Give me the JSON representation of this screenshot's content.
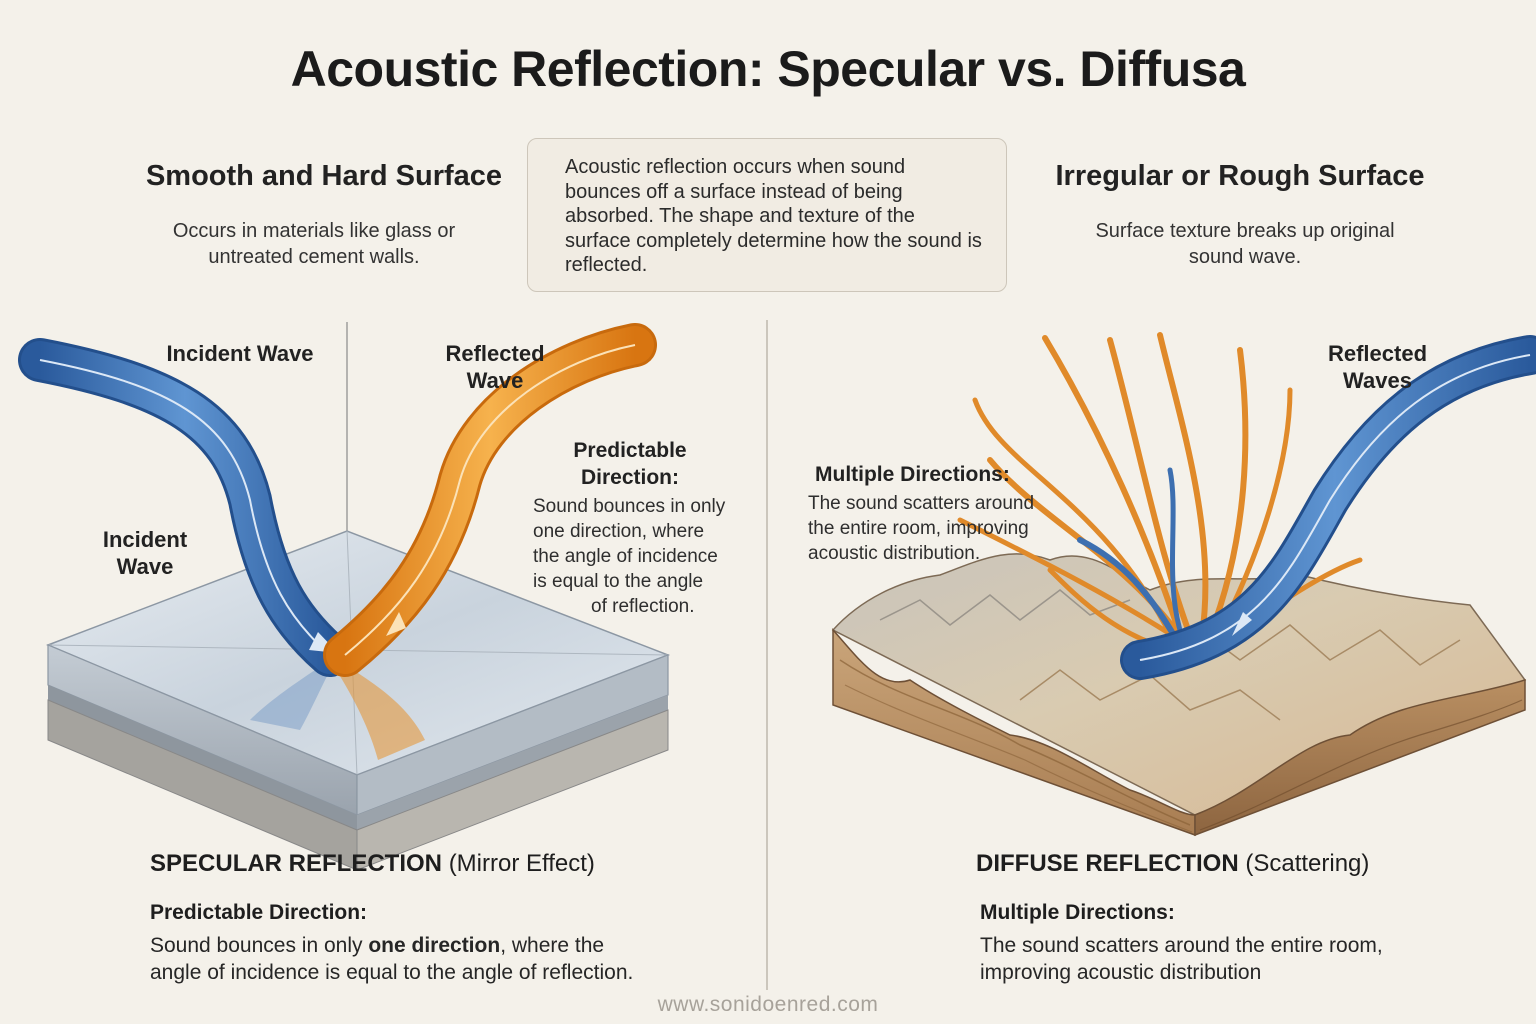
{
  "title": "Acoustic Reflection: Specular vs. Diffusa",
  "intro": "Acoustic reflection occurs when sound bounces off a surface instead of being absorbed. The shape and texture of the surface completely determine how the sound is reflected.",
  "left": {
    "heading": "Smooth and Hard Surface",
    "subtitle_line1": "Occurs in materials like glass or",
    "subtitle_line2": "untreated cement walls.",
    "label_incident_top": "Incident Wave",
    "label_incident_side_1": "Incident",
    "label_incident_side_2": "Wave",
    "label_reflected_1": "Reflected",
    "label_reflected_2": "Wave",
    "note_heading_1": "Predictable",
    "note_heading_2": "Direction:",
    "note_lines": [
      "Sound bounces in only",
      "one direction, where",
      "the angle of incidence",
      "is equal to the angle",
      "of reflection."
    ],
    "caption_bold": "SPECULAR REFLECTION",
    "caption_rest": "(Mirror Effect)",
    "bottom_heading": "Predictable Direction:",
    "bottom_line1_a": "Sound bounces in only ",
    "bottom_line1_b": "one direction",
    "bottom_line1_c": ", where the",
    "bottom_line2": "angle of incidence is equal to the angle of reflection."
  },
  "right": {
    "heading": "Irregular or Rough Surface",
    "subtitle_line1": "Surface texture breaks up original",
    "subtitle_line2": "sound wave.",
    "label_reflected_1": "Reflected",
    "label_reflected_2": "Waves",
    "note_heading": "Multiple Directions:",
    "note_lines": [
      "The sound scatters around",
      "the entire room, improving",
      "acoustic distribution."
    ],
    "caption_bold": "DIFFUSE REFLECTION",
    "caption_rest": "(Scattering)",
    "bottom_heading": "Multiple Directions:",
    "bottom_line1": "The sound scatters around the entire room,",
    "bottom_line2": "improving acoustic distribution"
  },
  "footer": "www.sonidoenred.com",
  "colors": {
    "incident_blue": "#2f63a6",
    "reflected_orange": "#e8891c",
    "background": "#f4f1ea"
  }
}
